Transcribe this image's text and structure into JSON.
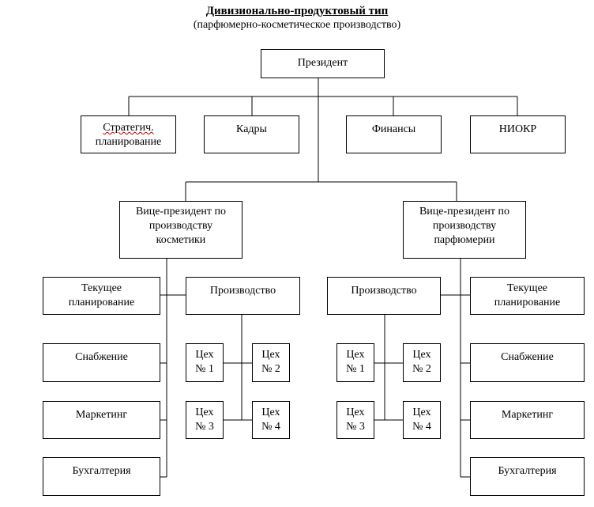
{
  "title": "Дивизионально-продуктовый тип",
  "subtitle": "(парфюмерно-косметическое производство)",
  "president": "Президент",
  "staff": {
    "strategic_line1": "Стратегич.",
    "strategic_line2": "планирование",
    "hr": "Кадры",
    "finance": "Финансы",
    "rnd": "НИОКР"
  },
  "left": {
    "vp_line1": "Вице-президент по",
    "vp_line2": "производству",
    "vp_line3": "косметики",
    "current_line1": "Текущее",
    "current_line2": "планирование",
    "supply": "Снабжение",
    "marketing": "Маркетинг",
    "accounting": "Бухгалтерия",
    "production": "Производство",
    "shop1_line1": "Цех",
    "shop1_line2": "№ 1",
    "shop2_line1": "Цех",
    "shop2_line2": "№ 2",
    "shop3_line1": "Цех",
    "shop3_line2": "№ 3",
    "shop4_line1": "Цех",
    "shop4_line2": "№ 4"
  },
  "right": {
    "vp_line1": "Вице-президент по",
    "vp_line2": "производству",
    "vp_line3": "парфюмерии",
    "current_line1": "Текущее",
    "current_line2": "планирование",
    "supply": "Снабжение",
    "marketing": "Маркетинг",
    "accounting": "Бухгалтерия",
    "production": "Производство",
    "shop1_line1": "Цех",
    "shop1_line2": "№ 1",
    "shop2_line1": "Цех",
    "shop2_line2": "№ 2",
    "shop3_line1": "Цех",
    "shop3_line2": "№ 3",
    "shop4_line1": "Цех",
    "shop4_line2": "№ 4"
  }
}
